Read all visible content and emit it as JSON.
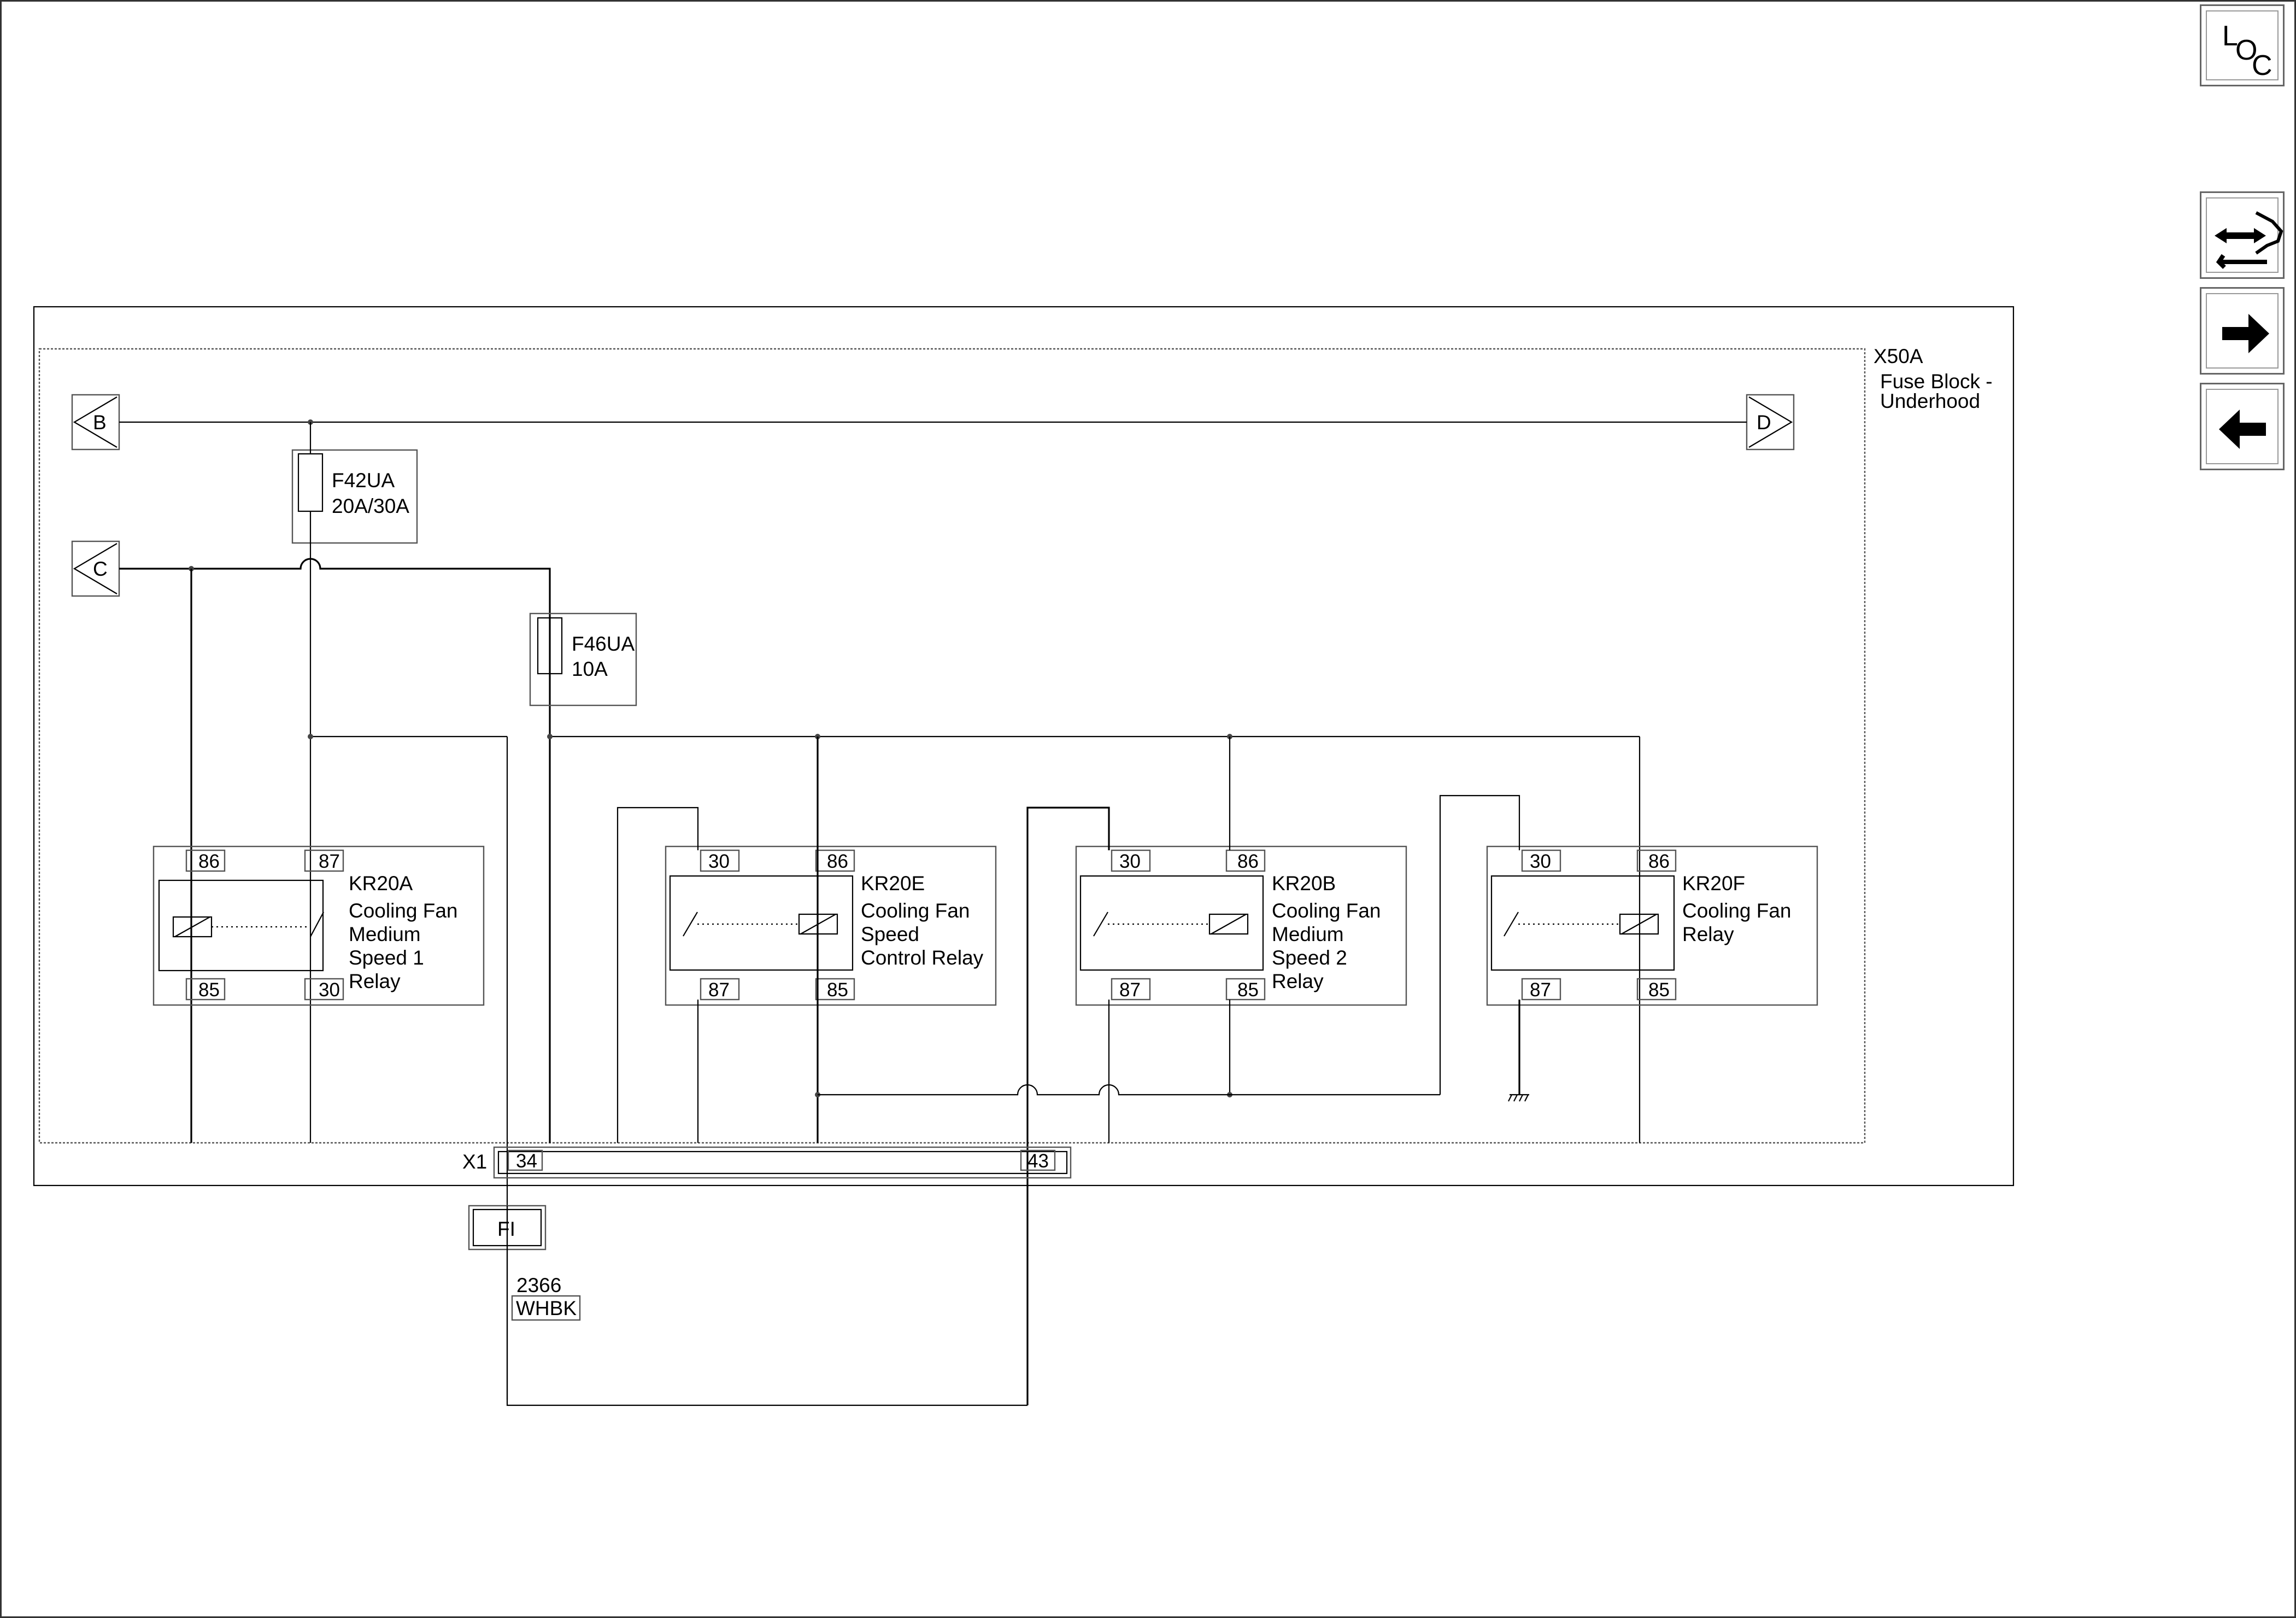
{
  "module": {
    "id": "X50A",
    "name_line1": "Fuse Block -",
    "name_line2": "Underhood"
  },
  "connectors": {
    "B": "B",
    "C": "C",
    "D": "D"
  },
  "fuses": [
    {
      "id": "F42UA",
      "rating": "20A/30A"
    },
    {
      "id": "F46UA",
      "rating": "10A"
    }
  ],
  "relays": [
    {
      "id": "KR20A",
      "desc": [
        "Cooling Fan",
        "Medium",
        "Speed 1",
        "Relay"
      ],
      "pins": {
        "tl": "86",
        "tr": "87",
        "bl": "85",
        "br": "30"
      }
    },
    {
      "id": "KR20E",
      "desc": [
        "Cooling Fan",
        "Speed",
        "Control Relay"
      ],
      "pins": {
        "tl": "30",
        "tr": "86",
        "bl": "87",
        "br": "85"
      }
    },
    {
      "id": "KR20B",
      "desc": [
        "Cooling Fan",
        "Medium",
        "Speed 2",
        "Relay"
      ],
      "pins": {
        "tl": "30",
        "tr": "86",
        "bl": "87",
        "br": "85"
      }
    },
    {
      "id": "KR20F",
      "desc": [
        "Cooling Fan",
        "Relay"
      ],
      "pins": {
        "tl": "30",
        "tr": "86",
        "bl": "87",
        "br": "85"
      }
    }
  ],
  "harness_connector": {
    "id": "X1",
    "pin_left": "34",
    "pin_right": "43"
  },
  "inline_connector": "FI",
  "circuit": {
    "number": "2366",
    "color": "WHBK"
  },
  "nav_icons": [
    "loc-icon",
    "connector-view-icon",
    "next-arrow-icon",
    "previous-arrow-icon"
  ],
  "nav_loc_letters": [
    "L",
    "O",
    "C"
  ]
}
